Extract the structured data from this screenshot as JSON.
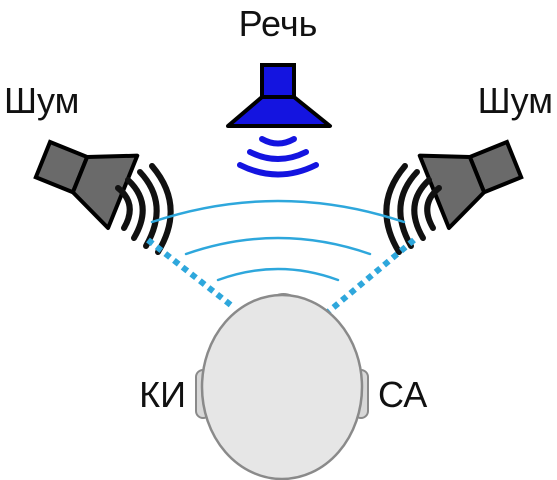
{
  "labels": {
    "speech": "Речь",
    "noise_left": "Шум",
    "noise_right": "Шум",
    "left_ear": "КИ",
    "right_ear": "СА"
  },
  "colors": {
    "speech_speaker": "#1414e0",
    "noise_speaker": "#6a6a6a",
    "waves_light": "#2ea7dc",
    "head_fill": "#e6e6e6",
    "head_stroke": "#8a8a8a",
    "text": "#111111"
  },
  "icons": {
    "speech_source": "speaker-icon",
    "noise_sources": "speaker-icon",
    "listener": "head-icon"
  }
}
